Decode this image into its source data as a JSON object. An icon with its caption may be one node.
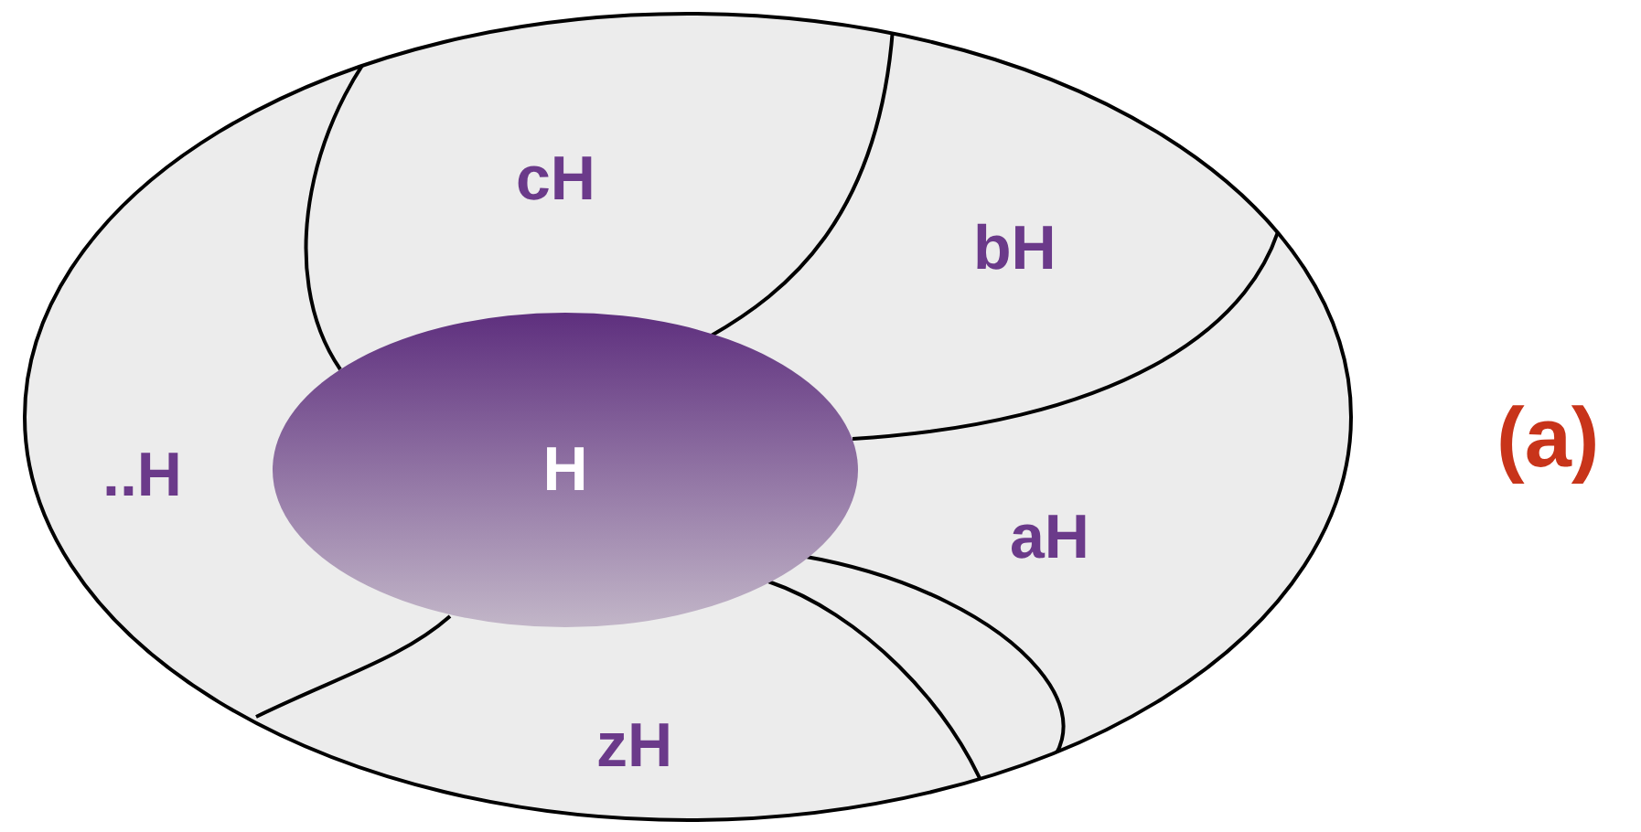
{
  "diagram": {
    "nodes": [
      {
        "text": [],
        "shape": "ellipse"
      },
      {
        "text": [
          "cH"
        ],
        "in": 0
      },
      {
        "text": [
          "bH"
        ],
        "in": 0
      },
      {
        "text": [
          "..H"
        ],
        "in": 0
      },
      {
        "text": [
          "H"
        ],
        "in": 0
      },
      {
        "text": [
          "aH"
        ],
        "in": 0
      },
      {
        "text": [
          "zH"
        ],
        "in": 0
      }
    ],
    "edges": [],
    "labels": [
      "(a)"
    ]
  }
}
